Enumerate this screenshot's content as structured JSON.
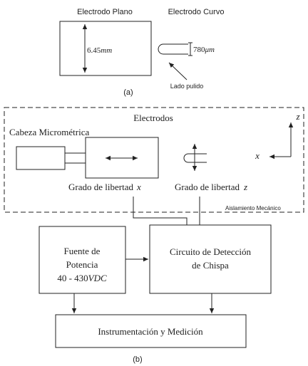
{
  "panel_a": {
    "flat_label": "Electrodo Plano",
    "curved_label": "Electrodo Curvo",
    "flat_dimension_value": "6.45",
    "flat_dimension_unit": "mm",
    "curved_dimension_value": "780",
    "curved_dimension_unit": "μm",
    "polished_label": "Lado pulido",
    "caption": "(a)"
  },
  "panel_b": {
    "electrodes_label": "Electrodos",
    "head_label": "Cabeza Micrométrica",
    "dof_x_label": "Grado de libertad",
    "dof_x_var": "x",
    "dof_z_label": "Grado de libertad",
    "dof_z_var": "z",
    "axis_z": "z",
    "axis_x": "x",
    "isolation_label": "Aislamiento Mecánico",
    "power_line1": "Fuente de",
    "power_line2": "Potencia",
    "power_line3_prefix": "40 - 430",
    "power_line3_unit": "VDC",
    "detection_line1": "Circuito de Detección",
    "detection_line2": "de Chispa",
    "instrumentation_label": "Instrumentación y Medición",
    "caption": "(b)"
  }
}
